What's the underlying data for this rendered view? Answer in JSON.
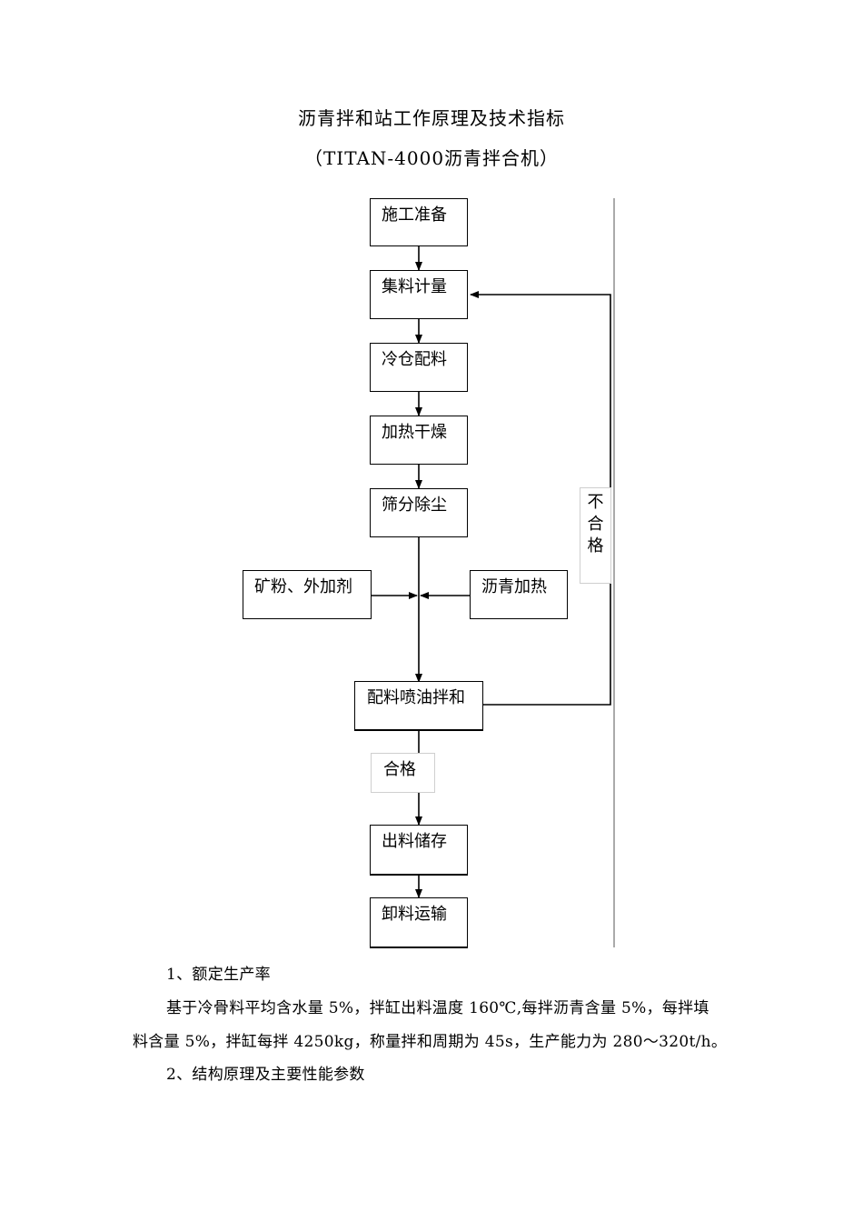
{
  "document": {
    "title": "沥青拌和站工作原理及技术指标",
    "subtitle": "（TITAN-4000沥青拌合机）"
  },
  "flowchart": {
    "steps": [
      "施工准备",
      "集料计量",
      "冷仓配料",
      "加热干燥",
      "筛分除尘",
      "配料喷油拌和",
      "出料储存",
      "卸料运输"
    ],
    "inputs": {
      "left": "矿粉、外加剂",
      "right": "沥青加热"
    },
    "reject_label": [
      "不",
      "合",
      "格"
    ],
    "pass_label": "合格"
  },
  "body": {
    "section1_heading": "1、额定生产率",
    "section1_line1": "基于冷骨料平均含水量 5%，拌缸出料温度 160℃,每拌沥青含量 5%，每拌填",
    "section1_line2": "料含量 5%，拌缸每拌 4250kg，称量拌和周期为 45s，生产能力为 280～320t/h。",
    "section2_heading": "2、结构原理及主要性能参数"
  }
}
